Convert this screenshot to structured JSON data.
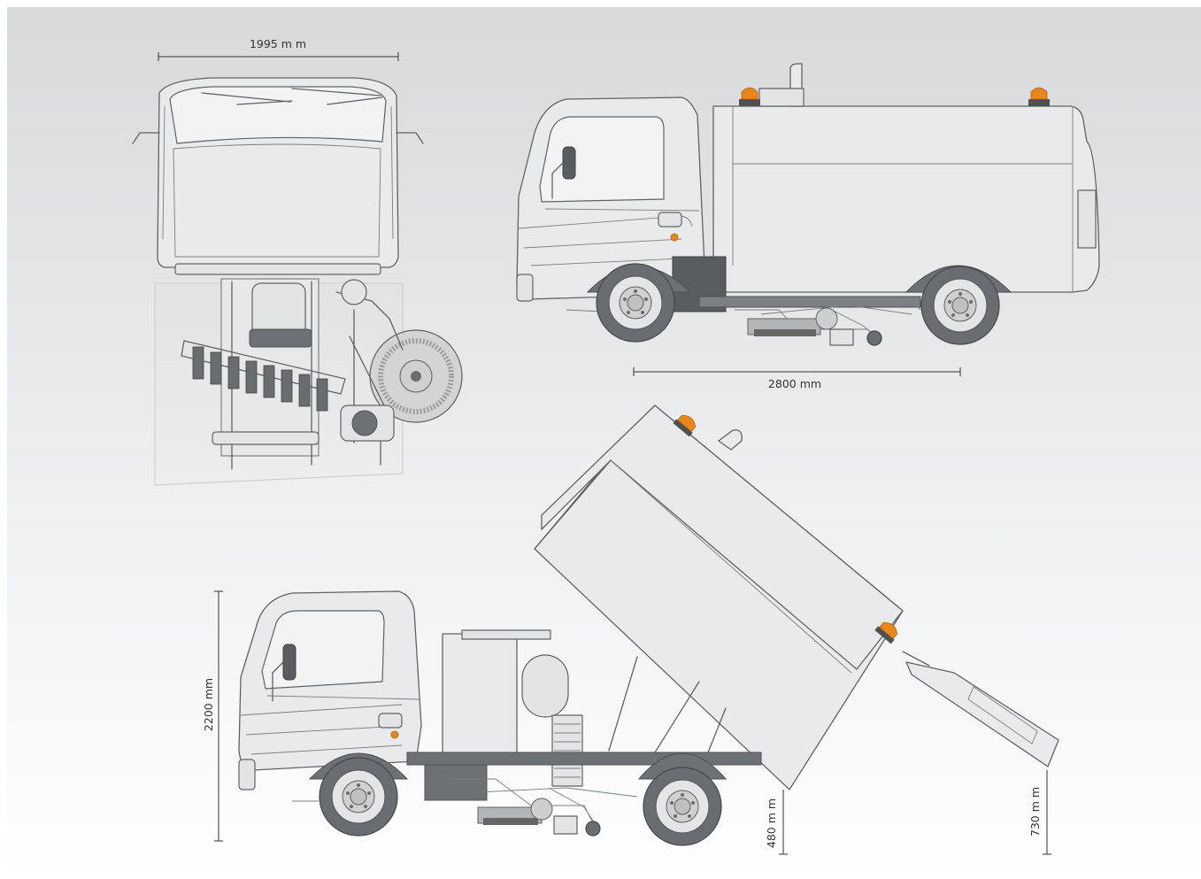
{
  "dimensions": {
    "width_front": "1995 m m",
    "wheelbase": "2800 mm",
    "height": "2200 mm",
    "low_clearance": "480 m m",
    "dump_height": "730 m m"
  },
  "colors": {
    "background_top": "#d9dadb",
    "background_bottom": "#ffffff",
    "body": "#e9eaec",
    "outline": "#5f6366",
    "beacon": "#e8861c"
  }
}
